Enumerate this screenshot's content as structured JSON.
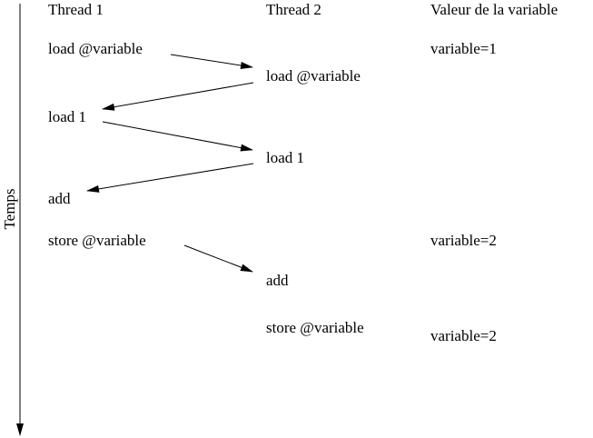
{
  "headers": {
    "thread1": "Thread 1",
    "thread2": "Thread 2",
    "value": "Valeur de la variable"
  },
  "time_axis": {
    "label": "Temps"
  },
  "thread1_steps": [
    "load @variable",
    "load 1",
    "add",
    "store @variable"
  ],
  "thread2_steps": [
    "load @variable",
    "load 1",
    "add",
    "store @variable"
  ],
  "values": [
    "variable=1",
    "variable=2",
    "variable=2"
  ],
  "colors": {
    "ink": "#000000",
    "background": "#ffffff"
  }
}
